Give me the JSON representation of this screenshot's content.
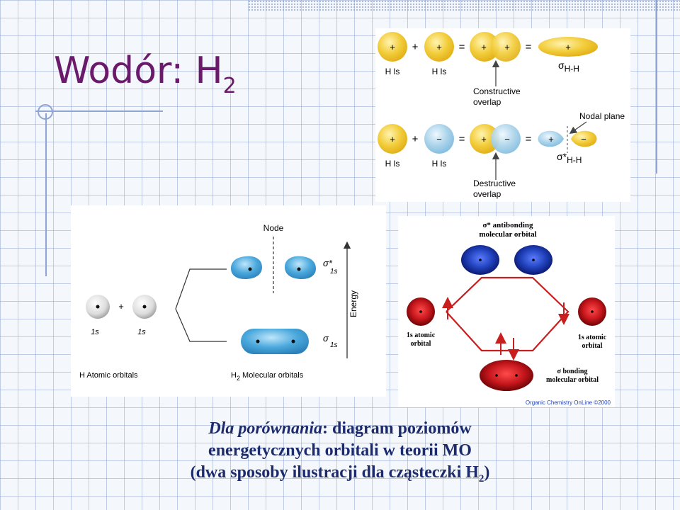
{
  "title": {
    "text": "Wodór: H",
    "subscript": "2"
  },
  "overlap_figure": {
    "row1": {
      "orbital_a_label": "H ls",
      "orbital_b_label": "H ls",
      "plus": "+",
      "equals": "=",
      "note_line1": "Constructive",
      "note_line2": "overlap",
      "result_symbol": "σ",
      "result_sub": "H-H"
    },
    "row2": {
      "orbital_a_label": "H ls",
      "orbital_b_label": "H ls",
      "plus": "+",
      "minus": "−",
      "equals": "=",
      "note_line1": "Destructive",
      "note_line2": "overlap",
      "nodal_label": "Nodal plane",
      "result_symbol": "σ*",
      "result_sub": "H-H"
    },
    "colors": {
      "yellow": "#f2cc3a",
      "blue": "#aad3ea"
    }
  },
  "energy_figure": {
    "node_label": "Node",
    "sigma_star": "σ*",
    "sigma_star_sub": "1s",
    "sigma": "σ",
    "sigma_sub": "1s",
    "energy_label": "Energy",
    "atomic_label_a": "1s",
    "atomic_label_b": "1s",
    "plus": "+",
    "atomic_caption": "H  Atomic orbitals",
    "molecular_caption_prefix": "H",
    "molecular_caption_sub": "2",
    "molecular_caption_suffix": " Molecular orbitals",
    "colors": {
      "mo_blue": "#4aa8dc",
      "atom_gray": "#dcdcdc"
    }
  },
  "colored_figure": {
    "antibonding_line1": "σ* antibonding",
    "antibonding_line2": "molecular orbital",
    "left_label_line1": "1s atomic",
    "left_label_line2": "orbital",
    "right_label_line1": "1s atomic",
    "right_label_line2": "orbital",
    "bonding_line1": "σ bonding",
    "bonding_line2": "molecular orbital",
    "credit": "Organic Chemistry OnLine ©2000",
    "colors": {
      "red": "#c4161c",
      "blue": "#1f3fb8"
    }
  },
  "caption": {
    "italic_part": "Dla porównania",
    "line1_rest": ": diagram poziomów",
    "line2": "energetycznych orbitali w teorii MO",
    "line3_prefix": "(dwa sposoby ilustracji dla cząsteczki H",
    "line3_sub": "2",
    "line3_suffix": ")"
  }
}
